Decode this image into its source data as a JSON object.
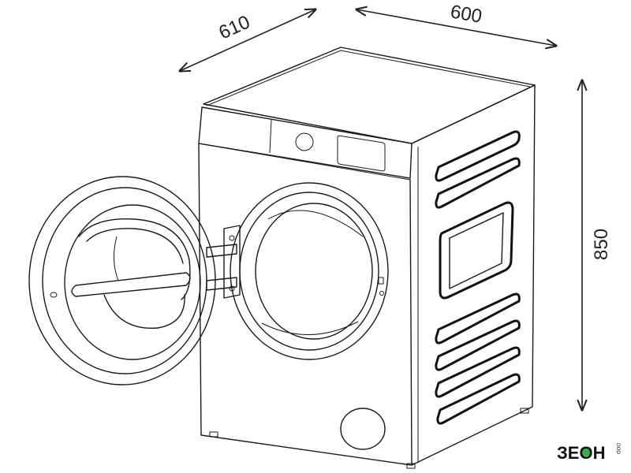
{
  "dimensions": {
    "depth": "610",
    "width": "600",
    "height": "850"
  },
  "brand": {
    "name": "ЗЕОН",
    "tagline": "ООО"
  },
  "colors": {
    "line": "#1a1a1a",
    "accent": "#2db34a"
  }
}
